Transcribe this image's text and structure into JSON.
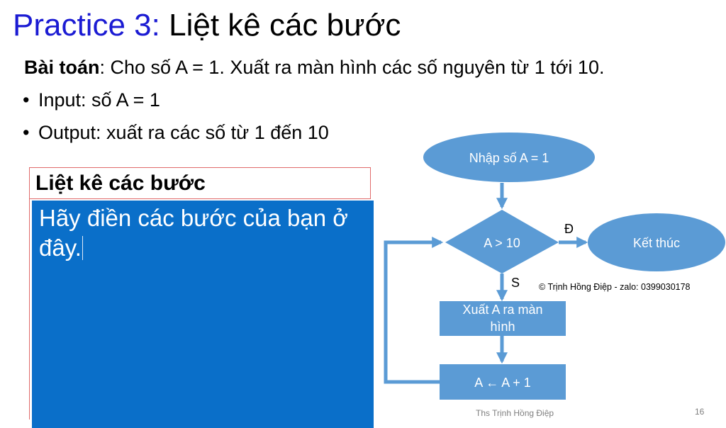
{
  "title": {
    "accent": "Practice 3:",
    "rest": " Liệt kê các bước"
  },
  "problem": {
    "label": "Bài toán",
    "text": ": Cho số A = 1. Xuất ra màn hình các số nguyên từ 1 tới 10."
  },
  "bullets": [
    "Input: số A = 1",
    "Output: xuất ra các số từ 1 đến 10"
  ],
  "steps_box": {
    "heading": "Liệt kê các bước",
    "placeholder": "Hãy điền các bước của bạn ở đây."
  },
  "flowchart": {
    "start": "Nhập số A = 1",
    "condition": "A > 10",
    "end": "Kết thúc",
    "yes_label": "Đ",
    "no_label": "S",
    "output_line1": "Xuất A ra màn",
    "output_line2": "hình",
    "increment": "A ← A + 1",
    "fill_color": "#5b9bd5",
    "arrow_color": "#5b9bd5"
  },
  "copyright": "© Trịnh Hồng Điệp - zalo: 0399030178",
  "footer": "Ths Trịnh Hồng Điệp",
  "page_number": "16"
}
